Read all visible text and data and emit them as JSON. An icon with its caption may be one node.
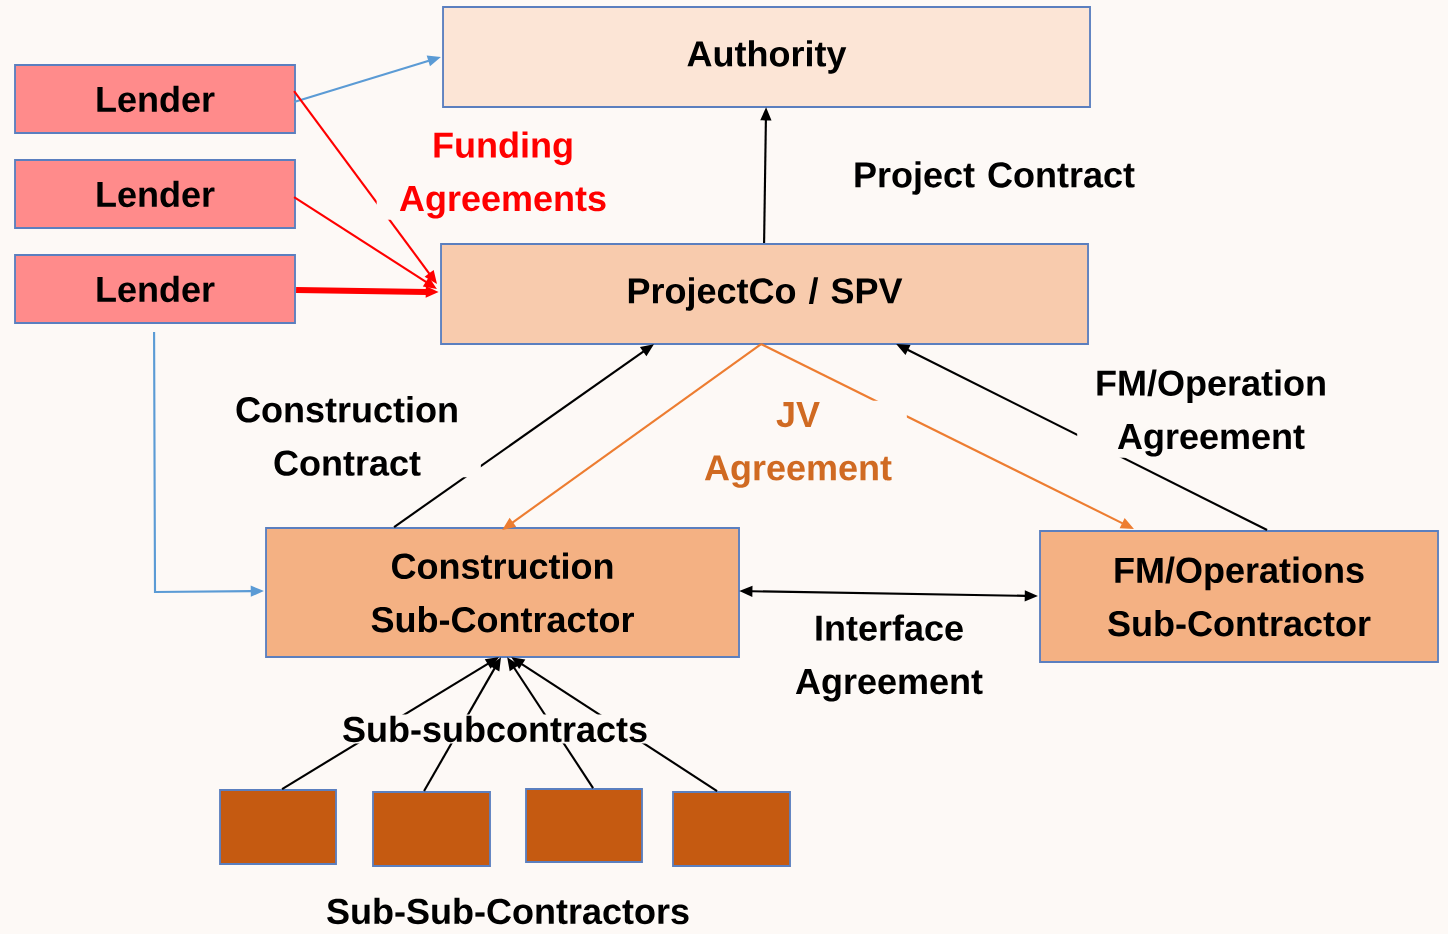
{
  "diagram": {
    "nodes": [
      {
        "text": [
          "Authority"
        ]
      },
      {
        "text": [
          "Lender"
        ]
      },
      {
        "text": [
          "Lender"
        ]
      },
      {
        "text": [
          "Lender"
        ]
      },
      {
        "text": [
          "ProjectCo / SPV"
        ]
      },
      {
        "text": [
          "Construction Sub-Contractor"
        ]
      },
      {
        "text": [
          "FM/Operations Sub-Contractor"
        ]
      },
      {
        "text": [],
        "shape": "box"
      },
      {
        "text": [],
        "shape": "box"
      },
      {
        "text": [],
        "shape": "box"
      },
      {
        "text": [],
        "shape": "box"
      }
    ],
    "edges": [
      {
        "from": 1,
        "to": 0,
        "arrow": "to",
        "color": "#5b9bd5"
      },
      {
        "from": 1,
        "to": 4,
        "arrow": "to",
        "color": "#ff0000"
      },
      {
        "from": 2,
        "to": 4,
        "arrow": "to",
        "color": "#ff0000"
      },
      {
        "from": 3,
        "to": 4,
        "arrow": "to",
        "color": "#ff0000",
        "style": "thick"
      },
      {
        "from": 3,
        "to": 5,
        "arrow": "to",
        "color": "#5b9bd5"
      },
      {
        "from": 4,
        "to": 0,
        "arrow": "to"
      },
      {
        "from": 5,
        "to": 4,
        "arrow": "to"
      },
      {
        "from": 4,
        "to": 5,
        "arrow": "to",
        "color": "#ed7d31"
      },
      {
        "from": 4,
        "to": 6,
        "arrow": "to",
        "color": "#ed7d31"
      },
      {
        "from": 6,
        "to": 4,
        "arrow": "to"
      },
      {
        "from": 5,
        "to": 6,
        "arrow": "both"
      },
      {
        "from": 7,
        "to": 5,
        "arrow": "to"
      },
      {
        "from": 8,
        "to": 5,
        "arrow": "to"
      },
      {
        "from": 9,
        "to": 5,
        "arrow": "to"
      },
      {
        "from": 10,
        "to": 5,
        "arrow": "to"
      }
    ],
    "labels": [
      "Funding Agreements",
      "Project Contract",
      "Construction Contract",
      "JV Agreement",
      "FM/Operation Agreement",
      "Interface Agreement",
      "Sub-subcontracts",
      "Sub-Sub-Contractors"
    ]
  }
}
